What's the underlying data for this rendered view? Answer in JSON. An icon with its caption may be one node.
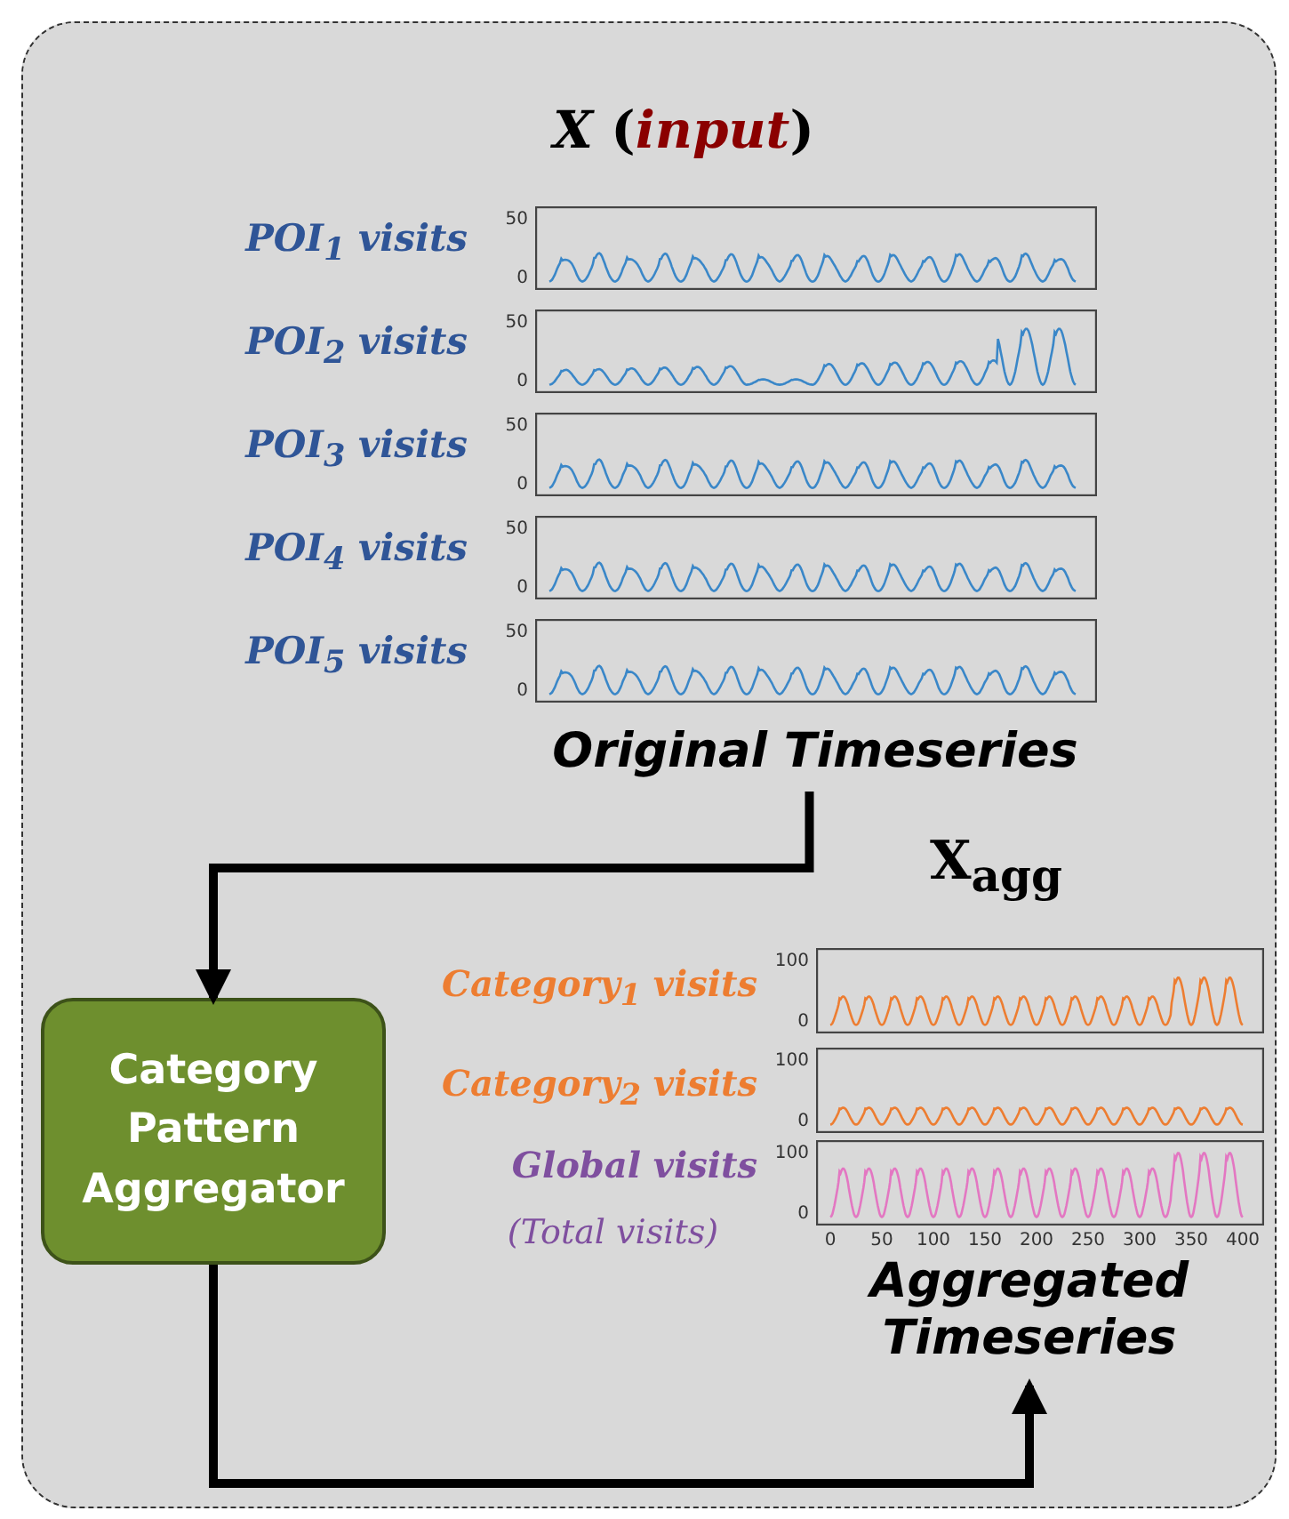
{
  "diagram": {
    "nodes": [
      {
        "text": [],
        "shape": "box"
      },
      {
        "text": [
          "Original Timeseries"
        ],
        "in": 0
      },
      {
        "text": [
          "Category Pattern Aggregator"
        ],
        "in": 0
      },
      {
        "text": [
          "Aggregated Timeseries"
        ],
        "in": 0
      }
    ],
    "edges": [
      {
        "from": 1,
        "to": 2,
        "arrow": "to"
      },
      {
        "from": 2,
        "to": 3,
        "arrow": "to"
      }
    ],
    "labels": [
      "*X* (**input**)",
      "POI$_{1}$ visits",
      "50",
      "0",
      "POI$_{2}$ visits",
      "50",
      "0",
      "POI$_{3}$ visits",
      "50",
      "0",
      "POI$_{4}$ visits",
      "50",
      "0",
      "POI$_{5}$ visits",
      "50",
      "0",
      "X$_{agg}$",
      "Category$_{1}$ visits",
      "100",
      "0",
      "Category$_{2}$ visits",
      "100",
      "0",
      "Global visits",
      "100",
      "0",
      "(Total visits)",
      "0",
      "50",
      "100",
      "150",
      "200",
      "250",
      "300",
      "350",
      "400"
    ]
  }
}
